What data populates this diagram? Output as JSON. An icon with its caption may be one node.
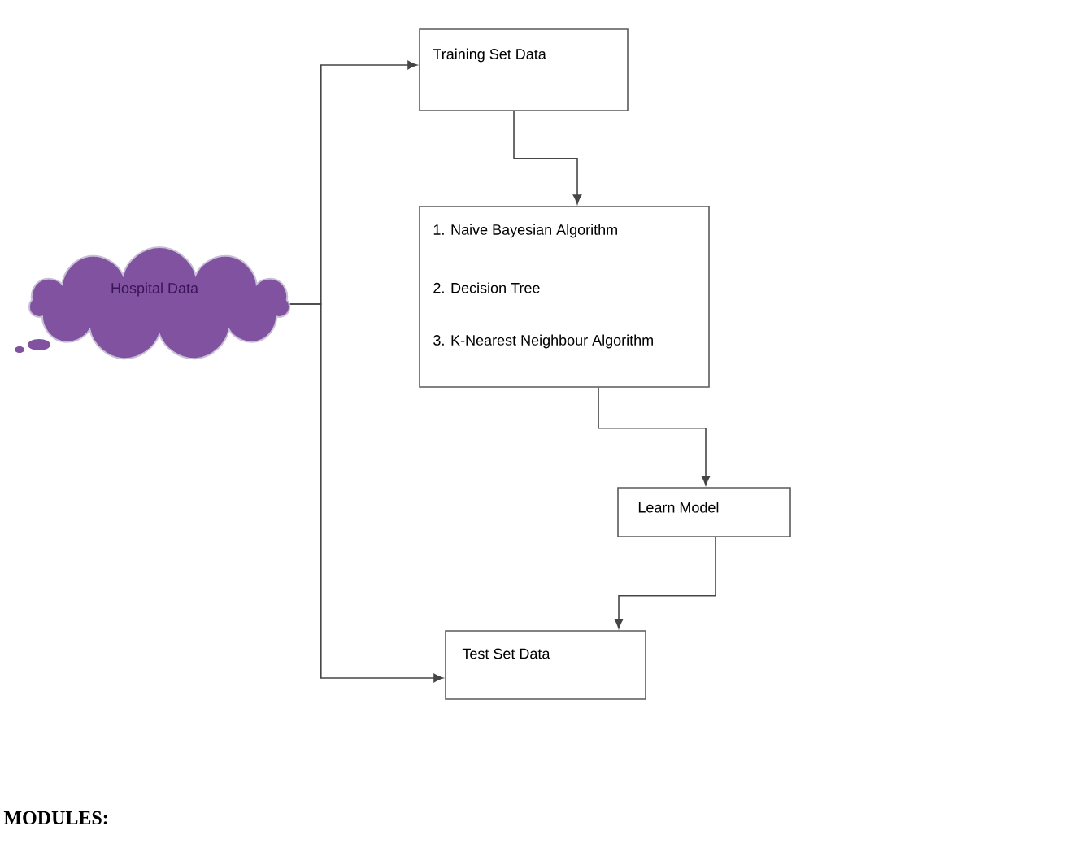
{
  "diagram": {
    "nodes": [
      {
        "text": [
          "Hospital Data"
        ]
      },
      {
        "text": [
          "Training Set Data"
        ]
      },
      {
        "text": [
          "1. Naive Bayesian Algorithm",
          "2. Decision Tree",
          "3. K-Nearest Neighbour Algorithm"
        ]
      },
      {
        "text": [
          "Learn Model"
        ]
      },
      {
        "text": [
          "Test Set Data"
        ]
      }
    ],
    "edges": [
      {
        "from": 0,
        "to": 1,
        "arrow": "to"
      },
      {
        "from": 0,
        "to": 4,
        "arrow": "to"
      },
      {
        "from": 1,
        "to": 2,
        "arrow": "to"
      },
      {
        "from": 2,
        "to": 3,
        "arrow": "to"
      },
      {
        "from": 3,
        "to": 4,
        "arrow": "to"
      }
    ],
    "labels": [
      "**MODULES:**"
    ]
  }
}
